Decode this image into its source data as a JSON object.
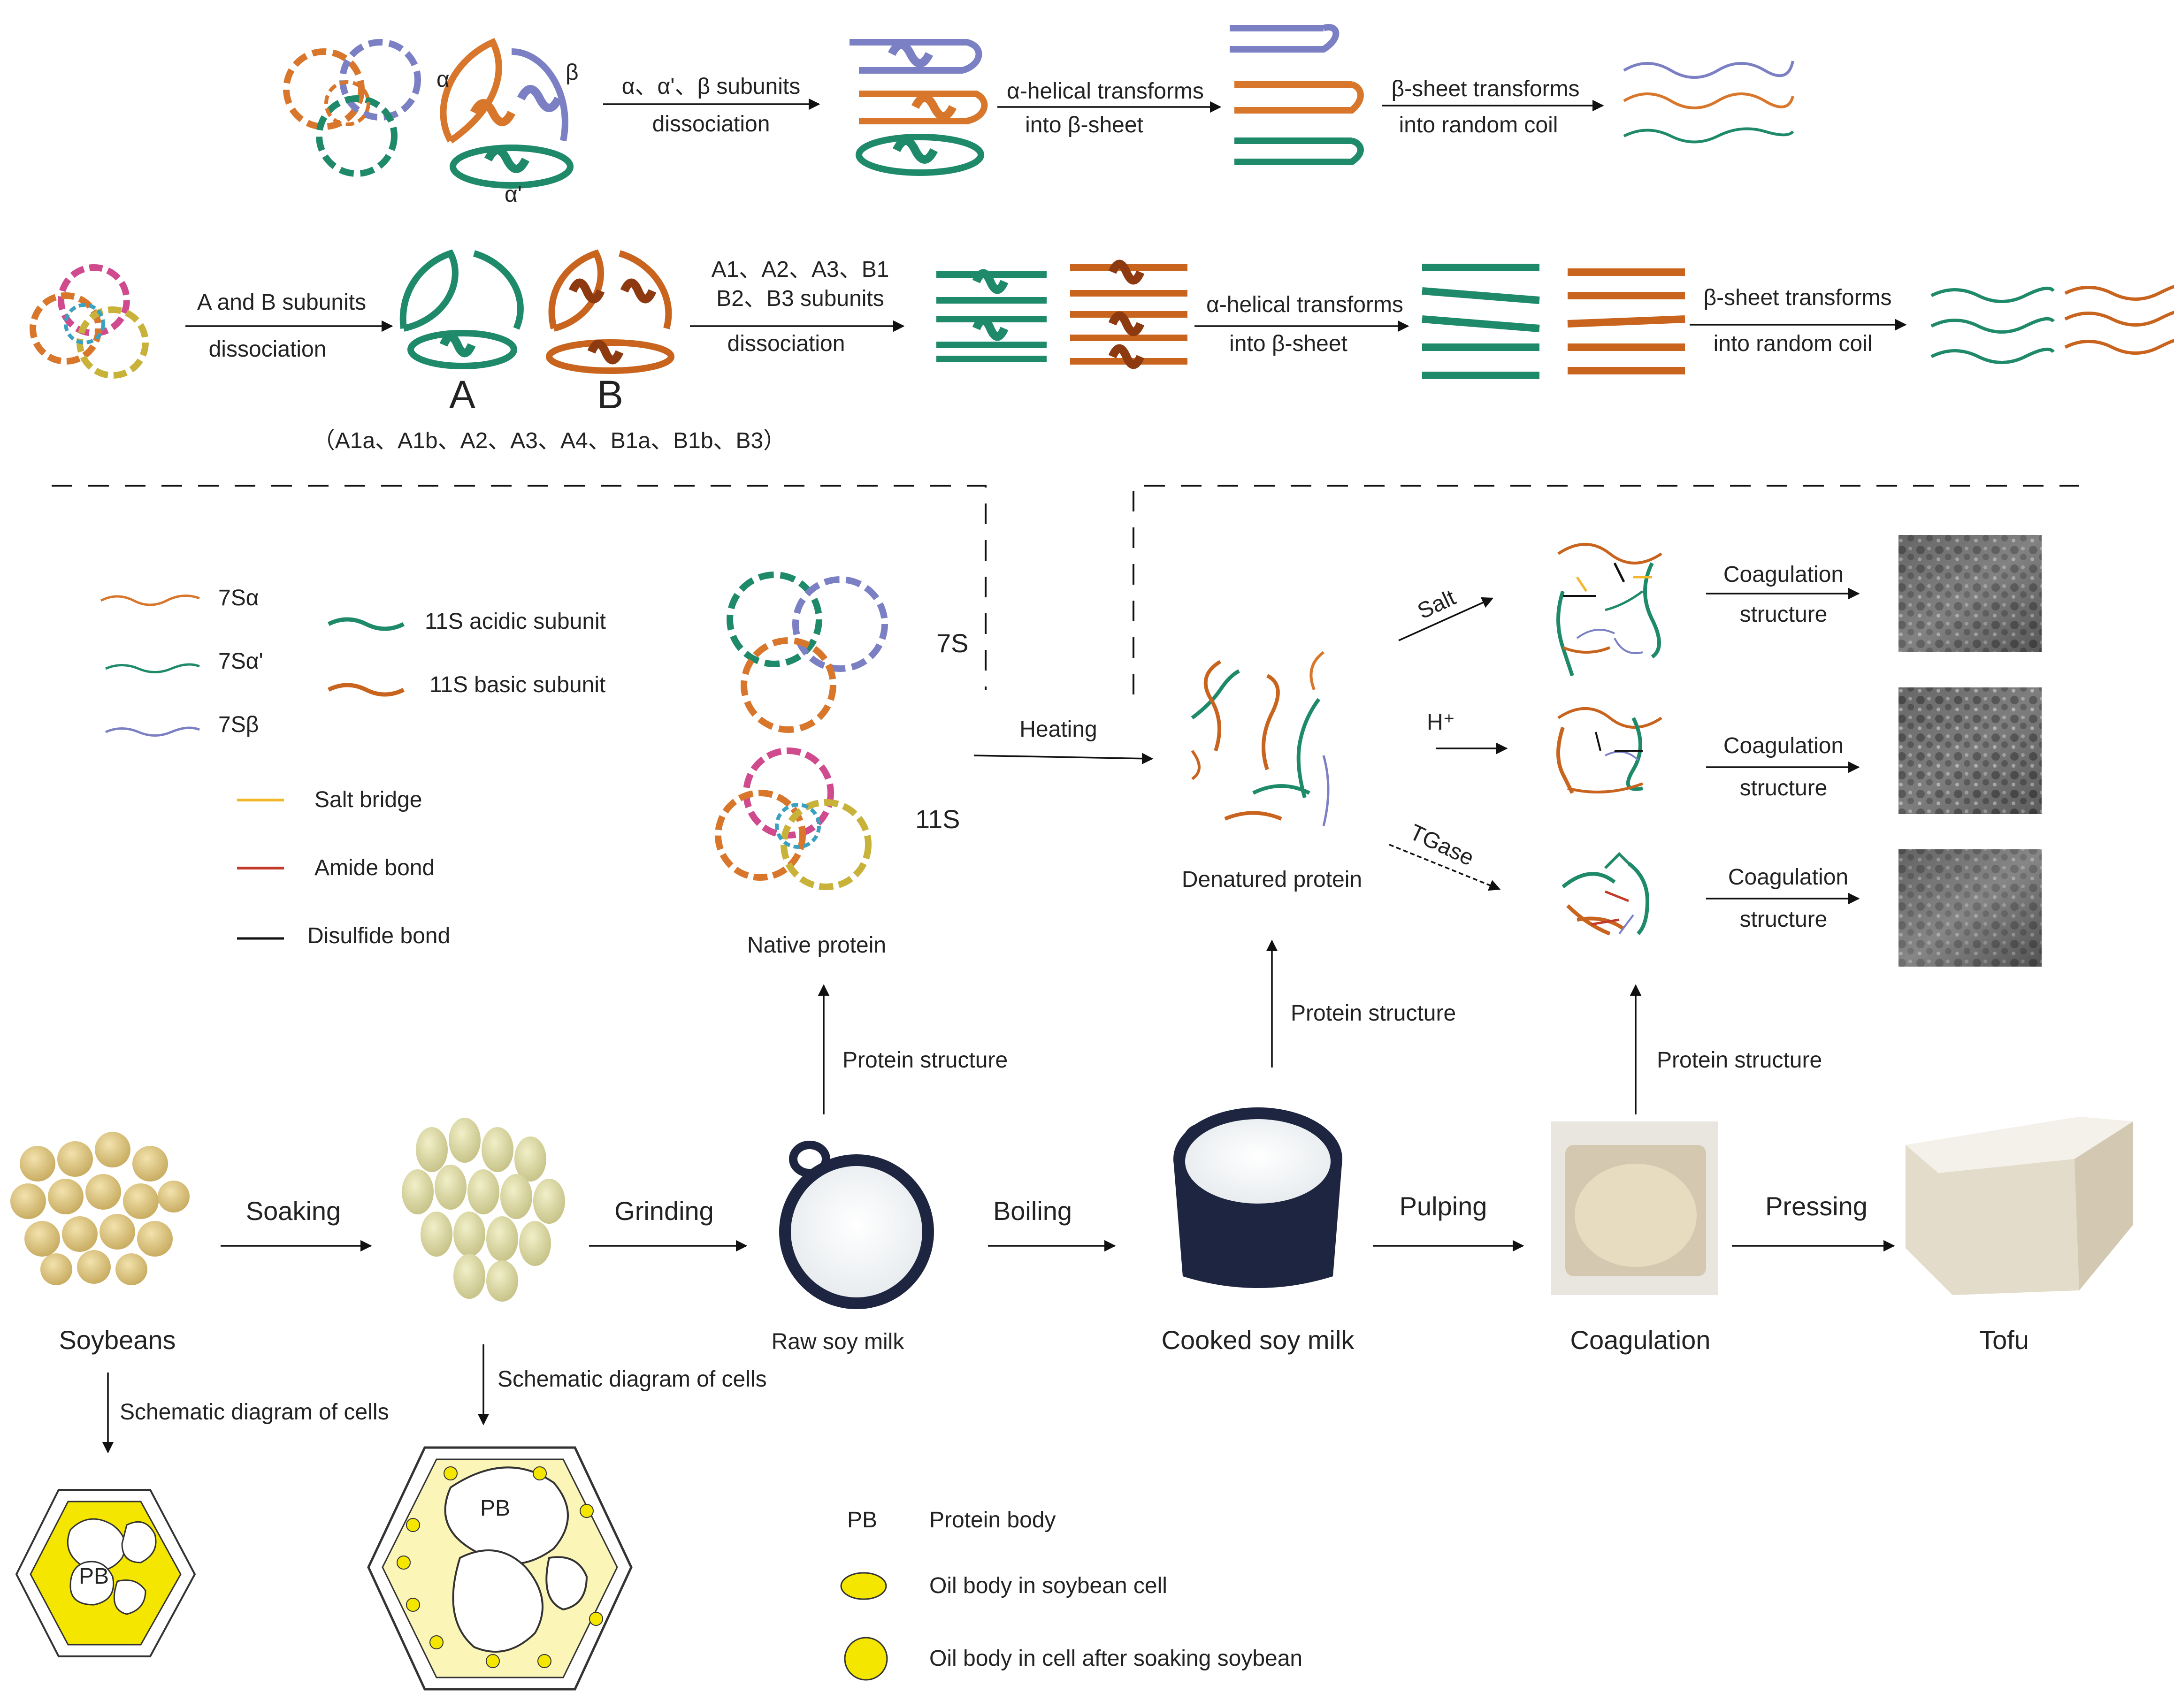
{
  "colors": {
    "s7_alpha": "#d8772c",
    "s7_alpha_prime": "#1f8a6a",
    "s7_beta": "#7b7fc4",
    "s11_acidic": "#1f8a6a",
    "s11_basic": "#c8641e",
    "salt_bridge": "#f2b628",
    "amide_bond": "#c33a2a",
    "disulfide_bond": "#111111",
    "oil_body": "#f5e600"
  },
  "row1": {
    "alpha": "α",
    "beta": "β",
    "alpha_prime": "α'",
    "step1_top": "α、α'、β subunits",
    "step1_bottom": "dissociation",
    "step2_top": "α-helical transforms",
    "step2_bottom": "into β-sheet",
    "step3_top": "β-sheet transforms",
    "step3_bottom": "into random coil"
  },
  "row2": {
    "step1_top": "A and B subunits",
    "step1_bottom": "dissociation",
    "label_a": "A",
    "label_b": "B",
    "subunits_list": "（A1a、A1b、A2、A3、A4、B1a、B1b、B3）",
    "step2_line1": "A1、A2、A3、B1",
    "step2_line2": "B2、B3 subunits",
    "step2_bottom": "dissociation",
    "step3_top": "α-helical transforms",
    "step3_bottom": "into β-sheet",
    "step4_top": "β-sheet transforms",
    "step4_bottom": "into random coil"
  },
  "legend": {
    "s7_alpha": "7Sα",
    "s7_alpha_prime": "7Sα'",
    "s7_beta": "7Sβ",
    "s11_acidic": "11S acidic subunit",
    "s11_basic": "11S basic subunit",
    "salt_bridge": "Salt bridge",
    "amide_bond": "Amide bond",
    "disulfide_bond": "Disulfide bond"
  },
  "middle": {
    "label_7s": "7S",
    "label_11s": "11S",
    "native_protein": "Native protein",
    "heating": "Heating",
    "denatured_protein": "Denatured  protein",
    "salt": "Salt",
    "h_plus": "H⁺",
    "tgase": "TGase",
    "coag_top": "Coagulation",
    "coag_bottom": "structure",
    "protein_structure": "Protein structure"
  },
  "process": {
    "soybeans": "Soybeans",
    "soaking": "Soaking",
    "grinding": "Grinding",
    "raw_soy_milk": "Raw soy milk",
    "boiling": "Boiling",
    "cooked_soy_milk": "Cooked soy milk",
    "pulping": "Pulping",
    "coagulation": "Coagulation",
    "pressing": "Pressing",
    "tofu": "Tofu"
  },
  "cells": {
    "schematic": "Schematic diagram of cells",
    "pb": "PB"
  },
  "bottom_legend": {
    "pb": "PB",
    "protein_body": "Protein  body",
    "oil_body_soybean": "Oil body in soybean cell",
    "oil_body_soaked": "Oil body in cell after soaking soybean"
  }
}
